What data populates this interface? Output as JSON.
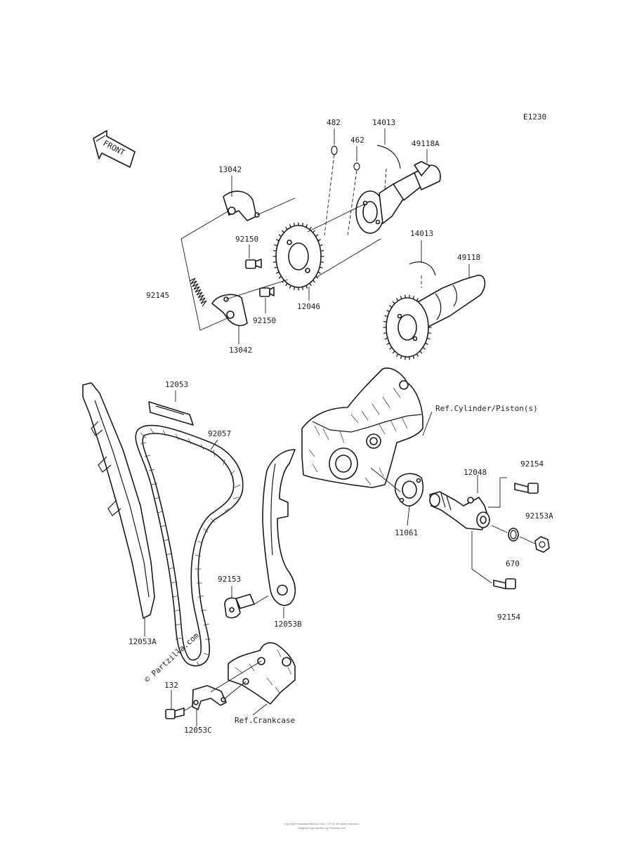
{
  "diagram_code": "E1230",
  "front_arrow": "FRONT",
  "watermark": "© Partzilla.com",
  "labels": {
    "p482": "482",
    "p462": "462",
    "p14013_top": "14013",
    "p49118a": "49118A",
    "p13042_top": "13042",
    "p92150_top": "92150",
    "p92145": "92145",
    "p92150_bot": "92150",
    "p12046": "12046",
    "p13042_bot": "13042",
    "p14013_mid": "14013",
    "p49118": "49118",
    "p12053": "12053",
    "p92057": "92057",
    "ref_cylinder": "Ref.Cylinder/Piston(s)",
    "p12048": "12048",
    "p92154_top": "92154",
    "p92153a": "92153A",
    "p11061": "11061",
    "p670": "670",
    "p92153": "92153",
    "p12053b": "12053B",
    "p92154_bot": "92154",
    "p12053a": "12053A",
    "p132": "132",
    "p12053c": "12053C",
    "ref_crankcase": "Ref.Crankcase"
  },
  "footer": {
    "line1": "Copyright Kawasaki Motors Corp., U.S.A. All rights reserved.",
    "line2": "Diagram reproduction by Partzilla.com"
  }
}
